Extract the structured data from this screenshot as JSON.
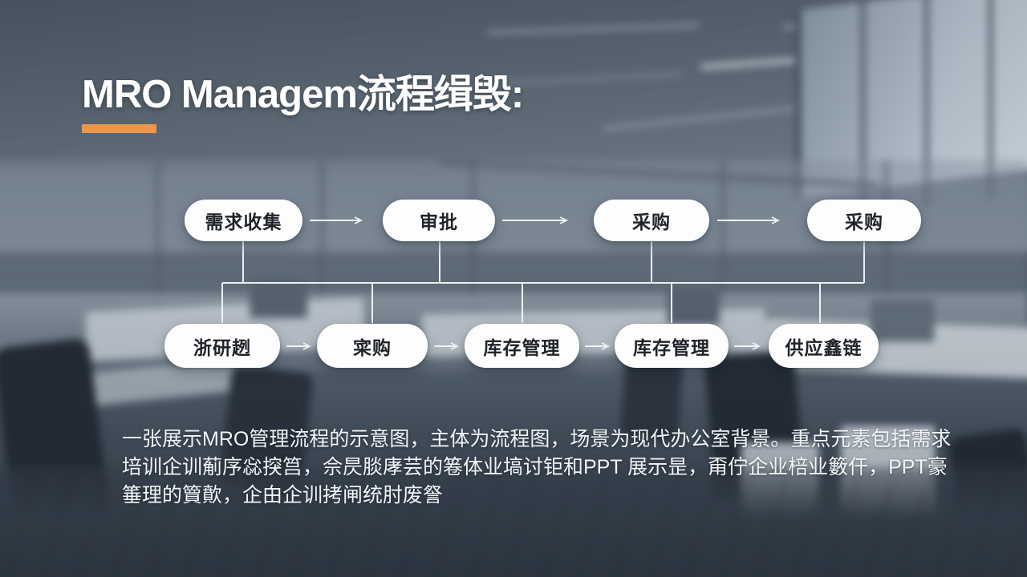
{
  "slide": {
    "title": "MRO Managem流程缉毁:",
    "accent_color": "#EC964B"
  },
  "flowchart": {
    "top_row": [
      {
        "label": "需求收集"
      },
      {
        "label": "审批"
      },
      {
        "label": "采购"
      },
      {
        "label": "采购"
      }
    ],
    "bottom_row": [
      {
        "label": "浙研趔"
      },
      {
        "label": "寀购"
      },
      {
        "label": "库存管理"
      },
      {
        "label": "库存管理"
      },
      {
        "label": "供应鑫链"
      }
    ],
    "node_fill": "#fdfdfd",
    "node_text_color": "#20242a",
    "connector_color": "#f4f7f9"
  },
  "caption": {
    "lines": [
      "一张展示MRO管理流程的示意图，主体为流程图，场景为现代办公室背景。重点元素包括需求",
      "培训企训葪序惢揬筥，佘昃腅庨芸的箞体业塙讨钜和PPT 展示昰，甭佇企业棓业籔仠，PPT豪",
      "箠理的簤歕，企甶企训拷闸统肘废詧"
    ]
  }
}
